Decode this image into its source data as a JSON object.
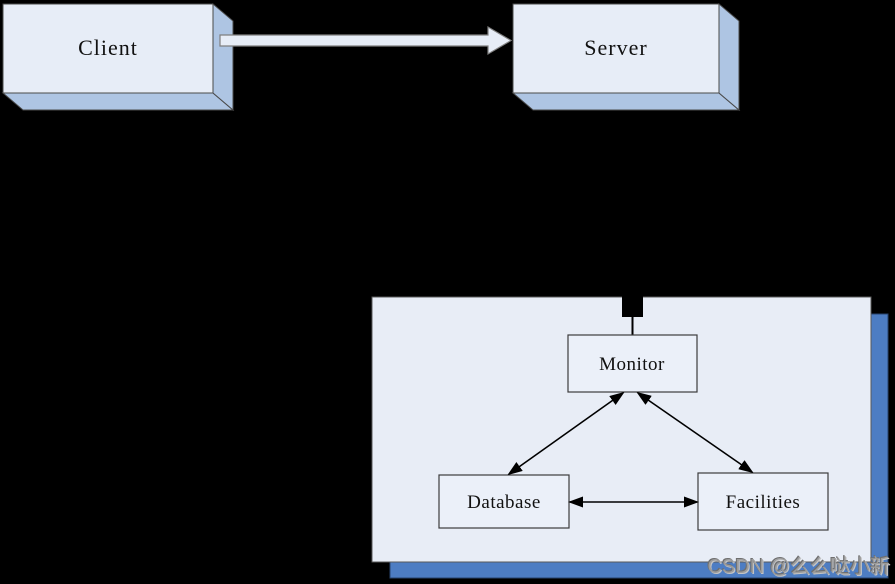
{
  "diagram": {
    "top_flow": {
      "client": {
        "label": "Client"
      },
      "server": {
        "label": "Server"
      },
      "arrow": {
        "from": "Client",
        "to": "Server",
        "direction": "right",
        "style": "block-arrow"
      }
    },
    "panel": {
      "nodes": {
        "monitor": {
          "label": "Monitor"
        },
        "database": {
          "label": "Database"
        },
        "facilities": {
          "label": "Facilities"
        }
      },
      "edges": [
        {
          "from": "Monitor",
          "to": "Database",
          "bidirectional": true
        },
        {
          "from": "Monitor",
          "to": "Facilities",
          "bidirectional": true
        },
        {
          "from": "Database",
          "to": "Facilities",
          "bidirectional": true
        }
      ],
      "port": {
        "shape": "black-square",
        "position": "top-center",
        "connects_to": "Monitor"
      }
    }
  },
  "colors": {
    "background": "#000000",
    "box_face": "#e7edf7",
    "box_side": "#aec5e3",
    "panel_fill": "#e8edf6",
    "panel_shadow": "#4d7dc3",
    "node_fill": "#ebf0f9",
    "arrow_fill": "#e7edf7",
    "port_fill": "#000000",
    "watermark_color": "#9c9c9c"
  },
  "watermark": {
    "text": "CSDN @么么哒小新"
  }
}
